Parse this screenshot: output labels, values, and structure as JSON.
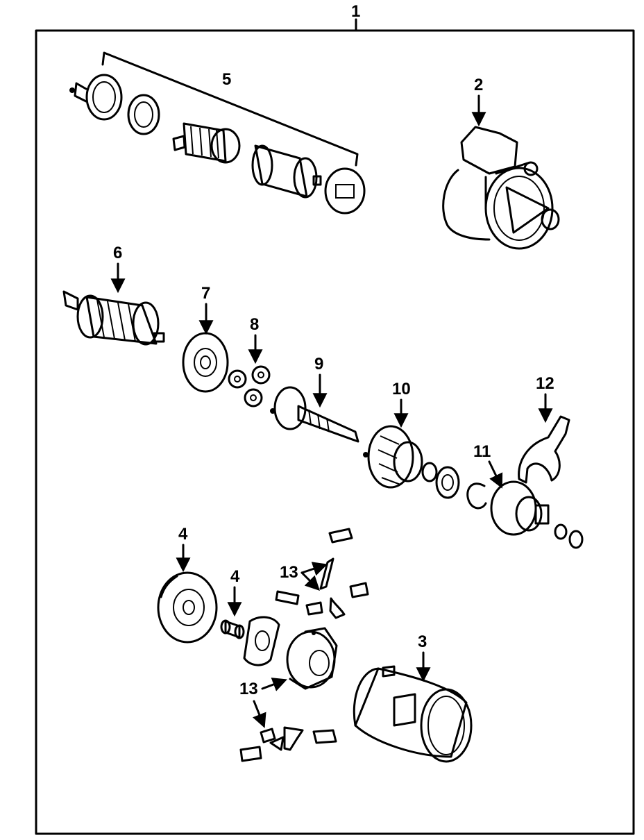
{
  "callouts": {
    "c1": "1",
    "c2": "2",
    "c3": "3",
    "c4a": "4",
    "c4b": "4",
    "c5": "5",
    "c6": "6",
    "c7": "7",
    "c8": "8",
    "c9": "9",
    "c10": "10",
    "c11": "11",
    "c12": "12",
    "c13a": "13",
    "c13b": "13"
  }
}
